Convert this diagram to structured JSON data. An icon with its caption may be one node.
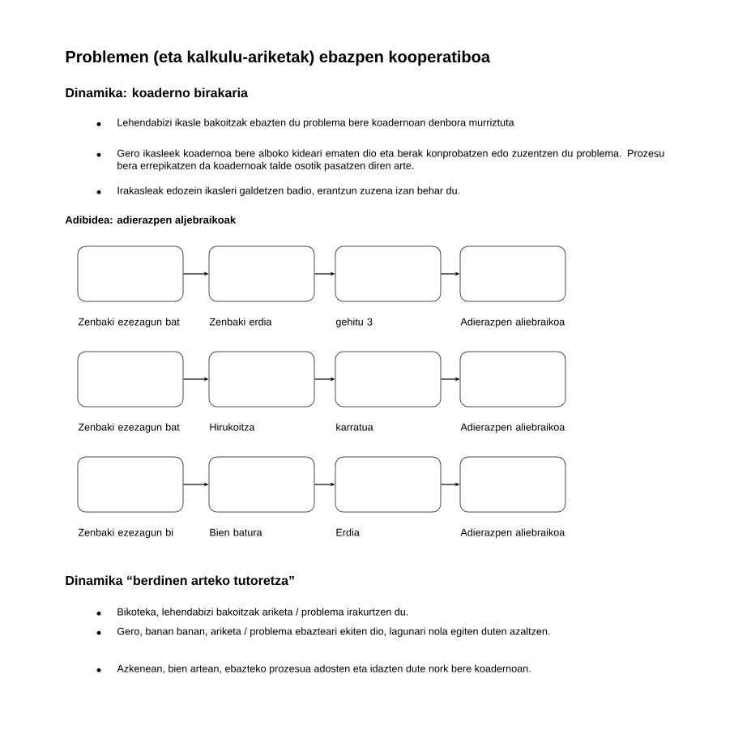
{
  "diagram": {
    "title": "Problemen (eta kalkulu-ariketak) ebazpen kooperatiboa",
    "nodes": [
      {
        "text": [],
        "shape": "box",
        "beside": [
          "Zenbaki ezezagun bat"
        ]
      },
      {
        "text": [],
        "shape": "box",
        "beside": [
          "Zenbaki erdia"
        ]
      },
      {
        "text": [],
        "shape": "box",
        "beside": [
          "gehitu 3"
        ]
      },
      {
        "text": [],
        "shape": "box",
        "beside": [
          "Adierazpen aliebraikoa"
        ]
      },
      {
        "text": [],
        "shape": "box",
        "beside": [
          "Zenbaki ezezagun bat"
        ]
      },
      {
        "text": [],
        "shape": "box",
        "beside": [
          "Hirukoitza"
        ]
      },
      {
        "text": [],
        "shape": "box",
        "beside": [
          "karratua"
        ]
      },
      {
        "text": [],
        "shape": "box",
        "beside": [
          "Adierazpen aliebraikoa"
        ]
      },
      {
        "text": [],
        "shape": "box",
        "beside": [
          "Zenbaki ezezagun bi"
        ]
      },
      {
        "text": [],
        "shape": "box",
        "beside": [
          "Bien batura"
        ]
      },
      {
        "text": [],
        "shape": "box",
        "beside": [
          "Erdia"
        ]
      },
      {
        "text": [],
        "shape": "box",
        "beside": [
          "Adierazpen aliebraikoa"
        ]
      }
    ],
    "edges": [
      {
        "from": 0,
        "to": 1,
        "arrow": "to"
      },
      {
        "from": 1,
        "to": 2,
        "arrow": "to"
      },
      {
        "from": 2,
        "to": 3,
        "arrow": "to"
      },
      {
        "from": 4,
        "to": 5,
        "arrow": "to"
      },
      {
        "from": 5,
        "to": 6,
        "arrow": "to"
      },
      {
        "from": 6,
        "to": 7,
        "arrow": "to"
      },
      {
        "from": 8,
        "to": 9,
        "arrow": "to"
      },
      {
        "from": 9,
        "to": 10,
        "arrow": "to"
      },
      {
        "from": 10,
        "to": 11,
        "arrow": "to"
      }
    ],
    "labels": [
      "Dinamika: koaderno birakaria",
      "Lehendabizi ikasle bakoitzak ebazten du problema bere koadernoan denbora murriztuta",
      "Gero ikasleek koadernoa bere alboko kideari ematen dio eta berak konprobatzen edo zuzentzen du problema. Prozesu bera errepikatzen da koadernoak talde osotik pasatzen diren arte.",
      "Irakasleak edozein ikasleri galdetzen badio, erantzun zuzena izan behar du.",
      "Adibidea: adierazpen aljebraikoak",
      "Dinamika “berdinen arteko tutoretza”",
      "Bikoteka, lehendabizi bakoitzak ariketa / problema irakurtzen du.",
      "Gero, banan banan, ariketa / problema ebazteari ekiten dio, lagunari nola egiten duten azaltzen.",
      "Azkenean, bien artean, ebazteko prozesua adosten eta idazten dute nork bere koadernoan."
    ]
  }
}
